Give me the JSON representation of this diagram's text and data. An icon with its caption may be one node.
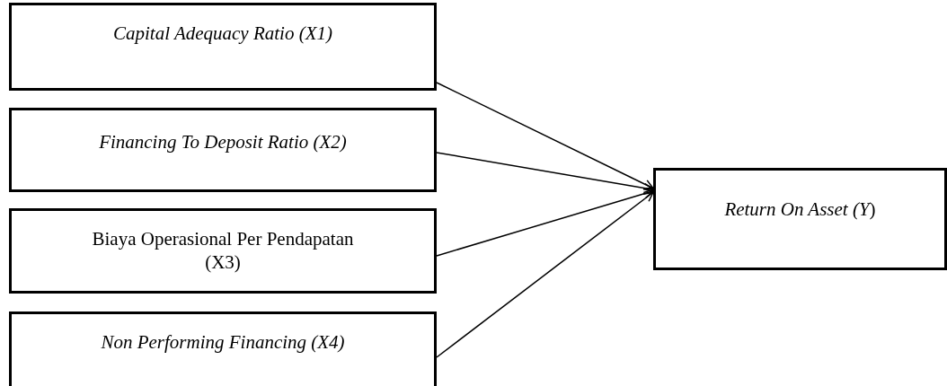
{
  "diagram": {
    "nodes": [
      {
        "text": [
          "Capital Adequacy Ratio (X1)"
        ]
      },
      {
        "text": [
          "Financing To Deposit Ratio (X2)"
        ]
      },
      {
        "text": [
          "Biaya Operasional Per Pendapatan (X3)"
        ]
      },
      {
        "text": [
          "Non Performing Financing (X4)"
        ]
      },
      {
        "text": [
          "*Return On Asset (Y*)"
        ]
      }
    ],
    "edges": [
      {
        "from": 0,
        "to": 4,
        "arrow": "to"
      },
      {
        "from": 1,
        "to": 4,
        "arrow": "to"
      },
      {
        "from": 2,
        "to": 4,
        "arrow": "to"
      },
      {
        "from": 3,
        "to": 4,
        "arrow": "to"
      }
    ]
  }
}
